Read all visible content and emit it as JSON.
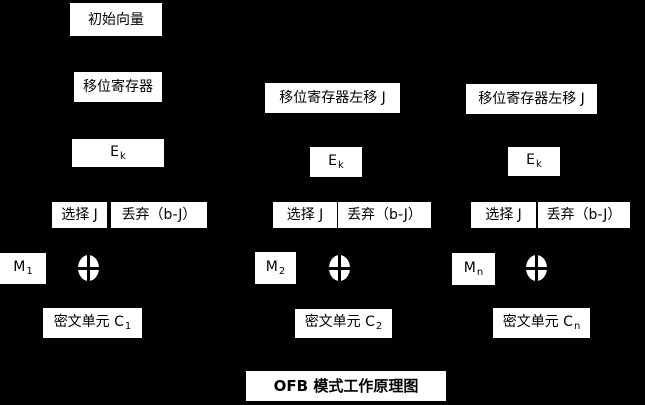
{
  "diagram": {
    "title": "OFB 模式工作原理图",
    "colors": {
      "background": "#000000",
      "box_fill": "#ffffff",
      "text": "#000000"
    },
    "columns": [
      {
        "initial_vector": "初始向量",
        "shift_register": "移位寄存器",
        "encrypt_base": "E",
        "encrypt_sub": "k",
        "select": "选择 J",
        "discard": "丢弃（b-J）",
        "message_base": "M",
        "message_sub": "1",
        "cipher_unit_base": "密文单元 C",
        "cipher_unit_sub": "1"
      },
      {
        "shift_register": "移位寄存器左移 J",
        "encrypt_base": "E",
        "encrypt_sub": "k",
        "select": "选择 J",
        "discard": "丢弃（b-J）",
        "message_base": "M",
        "message_sub": "2",
        "cipher_unit_base": "密文单元 C",
        "cipher_unit_sub": "2"
      },
      {
        "shift_register": "移位寄存器左移 J",
        "encrypt_base": "E",
        "encrypt_sub": "k",
        "select": "选择 J",
        "discard": "丢弃（b-J）",
        "message_base": "M",
        "message_sub": "n",
        "cipher_unit_base": "密文单元 C",
        "cipher_unit_sub": "n"
      }
    ]
  }
}
